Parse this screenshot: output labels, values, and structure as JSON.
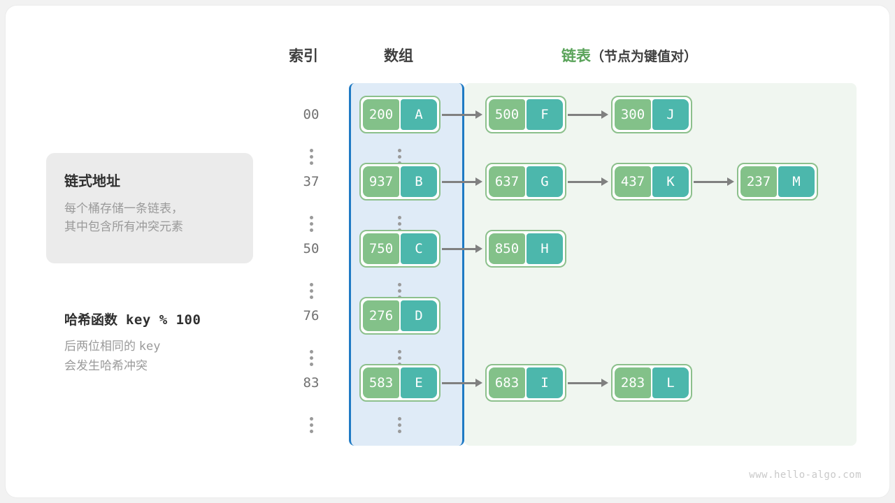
{
  "headers": {
    "index": "索引",
    "array": "数组",
    "list_accent": "链表",
    "list_sub": "（节点为键值对）"
  },
  "note_chaining": {
    "title": "链式地址",
    "line1": "每个桶存储一条链表，",
    "line2": "其中包含所有冲突元素"
  },
  "note_hash": {
    "title_text": "哈希函数",
    "title_code": "key % 100",
    "line1_text": "后两位相同的",
    "line1_code": "key",
    "line2": "会发生哈希冲突"
  },
  "colors": {
    "key_cell": "#83c189",
    "value_cell": "#4cb7ac",
    "node_border": "#8cc08c",
    "array_panel": "#dfebf7",
    "array_border": "#1f7ac4",
    "list_panel": "#f0f6f0",
    "arrow": "#808080",
    "accent_green": "#5aa35a"
  },
  "rows": [
    {
      "index": "00",
      "bucket": {
        "key": "200",
        "value": "A"
      },
      "chain": [
        {
          "key": "500",
          "value": "F"
        },
        {
          "key": "300",
          "value": "J"
        }
      ]
    },
    {
      "index": "37",
      "bucket": {
        "key": "937",
        "value": "B"
      },
      "chain": [
        {
          "key": "637",
          "value": "G"
        },
        {
          "key": "437",
          "value": "K"
        },
        {
          "key": "237",
          "value": "M"
        }
      ]
    },
    {
      "index": "50",
      "bucket": {
        "key": "750",
        "value": "C"
      },
      "chain": [
        {
          "key": "850",
          "value": "H"
        }
      ]
    },
    {
      "index": "76",
      "bucket": {
        "key": "276",
        "value": "D"
      },
      "chain": []
    },
    {
      "index": "83",
      "bucket": {
        "key": "583",
        "value": "E"
      },
      "chain": [
        {
          "key": "683",
          "value": "I"
        },
        {
          "key": "283",
          "value": "L"
        }
      ]
    }
  ],
  "watermark": "www.hello-algo.com"
}
